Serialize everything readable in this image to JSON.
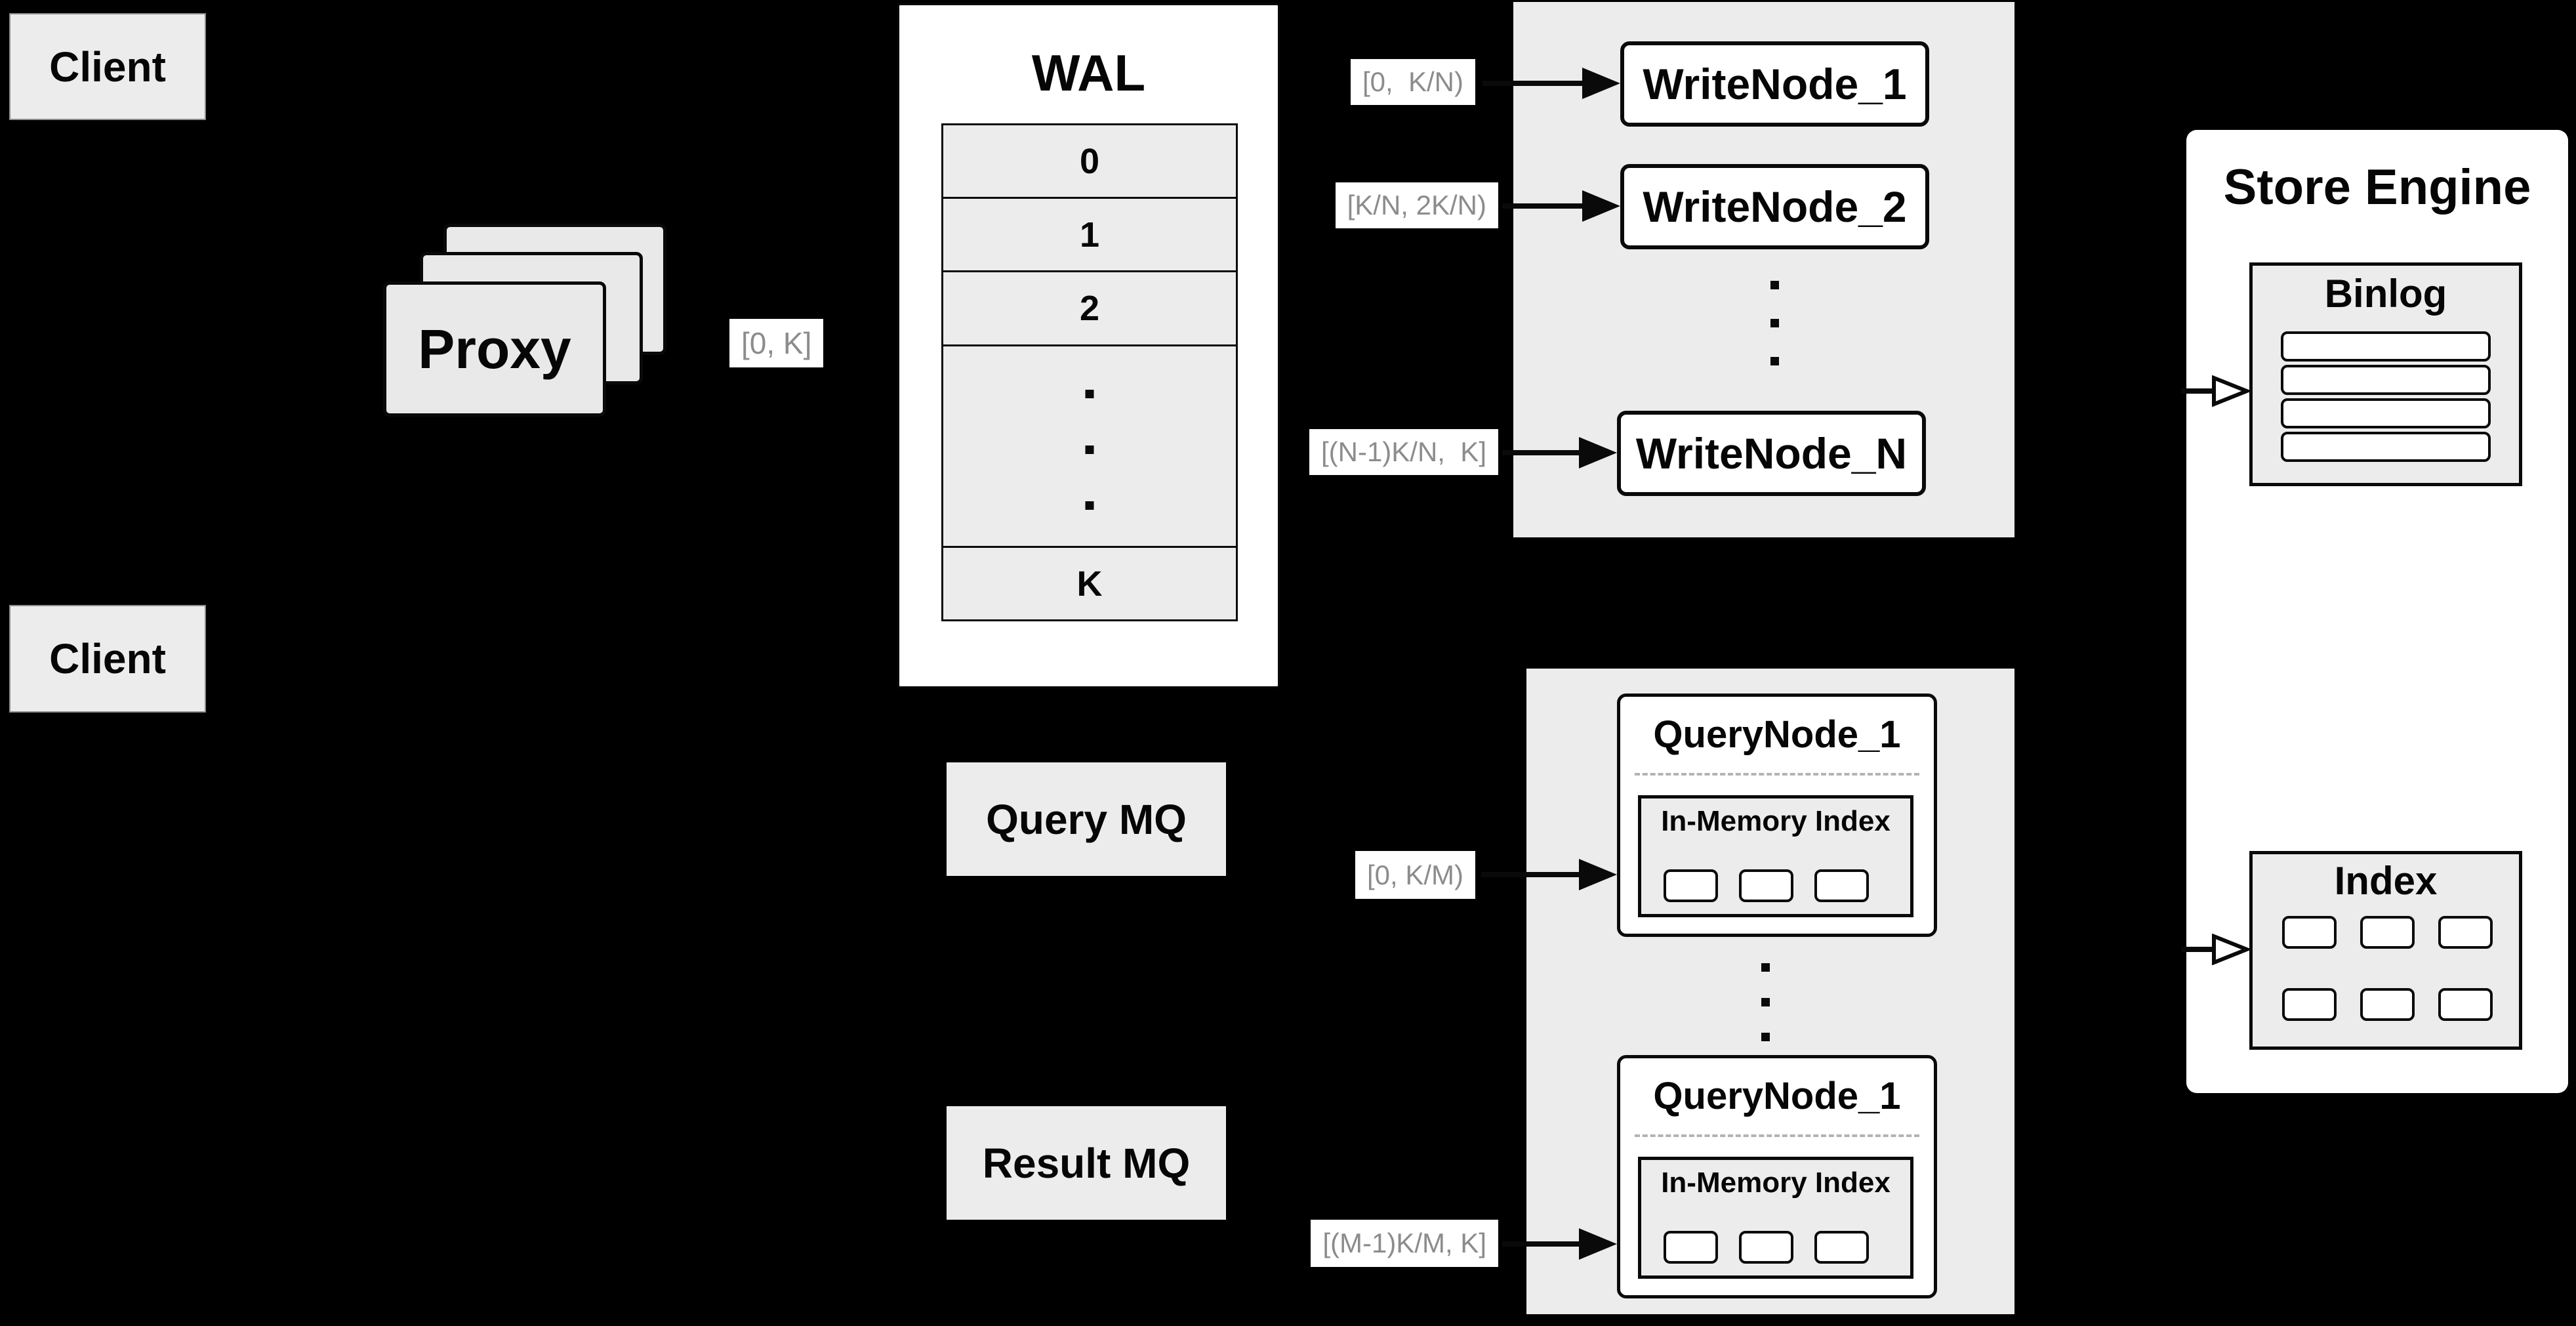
{
  "clients": {
    "top": "Client",
    "bottom": "Client"
  },
  "proxy": {
    "label": "Proxy"
  },
  "ingest": {
    "range_label": "[0, K]"
  },
  "wal": {
    "title": "WAL",
    "segments": [
      "0",
      "1",
      "2",
      "K"
    ]
  },
  "write_nodes": {
    "items": [
      {
        "range": "[0,  K/N)",
        "label": "WriteNode_1"
      },
      {
        "range": "[K/N, 2K/N)",
        "label": "WriteNode_2"
      },
      {
        "range": "[(N-1)K/N,  K]",
        "label": "WriteNode_N"
      }
    ]
  },
  "store_engine": {
    "title": "Store Engine",
    "binlog_title": "Binlog",
    "index_title": "Index"
  },
  "mq": {
    "query": "Query MQ",
    "result": "Result MQ"
  },
  "query_nodes": {
    "items": [
      {
        "range": "[0, K/M)",
        "title": "QueryNode_1",
        "memory_title": "In-Memory Index"
      },
      {
        "range": "[(M-1)K/M, K]",
        "title": "QueryNode_1",
        "memory_title": "In-Memory Index"
      }
    ]
  },
  "colors": {
    "background": "#000000",
    "panel_gray": "#ececec",
    "box_white": "#ffffff",
    "line_black": "#0a0a0a",
    "muted_label_text": "#8c8c8c"
  }
}
